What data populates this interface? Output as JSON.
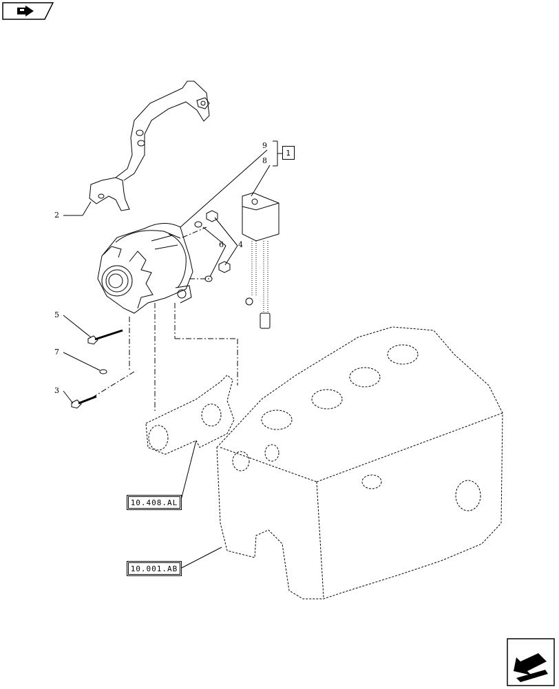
{
  "diagram": {
    "callouts": [
      {
        "id": "c2",
        "label": "2"
      },
      {
        "id": "c9",
        "label": "9"
      },
      {
        "id": "c8",
        "label": "8"
      },
      {
        "id": "c6",
        "label": "6"
      },
      {
        "id": "c4",
        "label": "4"
      },
      {
        "id": "c5",
        "label": "5"
      },
      {
        "id": "c7",
        "label": "7"
      },
      {
        "id": "c3",
        "label": "3"
      }
    ],
    "kit_ref": "1",
    "refs": {
      "water_pump": "10.408.AL",
      "engine_block": "10.001.AB"
    }
  },
  "nav": {
    "prev_icon": "hand-pointer-icon",
    "next_icon": "arrow-next-icon"
  }
}
